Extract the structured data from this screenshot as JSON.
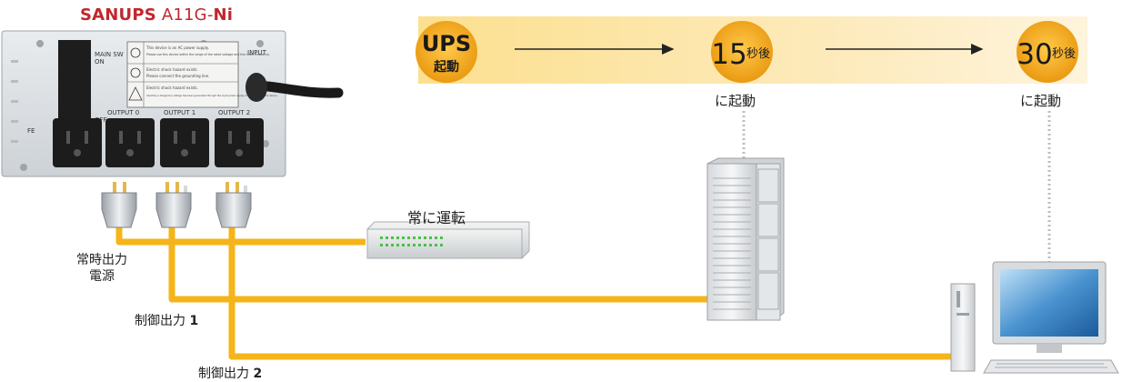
{
  "header": {
    "brand": "SANUPS",
    "model": "A11G-",
    "model_suffix": "Ni"
  },
  "device_panel": {
    "main_sw": "MAIN SW",
    "on": "ON",
    "off": "OFF",
    "input": "INPUT",
    "fe": "FE",
    "outputs": [
      "OUTPUT 0",
      "OUTPUT 1",
      "OUTPUT 2"
    ],
    "warnings": [
      "This device is an AC power supply.",
      "Please use this device within the range of the rated voltage and the rated frequency.",
      "Electric shock hazard exists.",
      "Please connect the grounding line.",
      "Electric shock hazard exists.",
      "Carefully a dangerous voltage has been generated through the input power supply is interrupted in the device."
    ]
  },
  "timeline": {
    "start_top": "UPS",
    "start_bottom": "起動",
    "step1_num": "15",
    "step1_unit": "秒後",
    "step1_caption": "に起動",
    "step2_num": "30",
    "step2_unit": "秒後",
    "step2_caption": "に起動"
  },
  "labels": {
    "always_running": "常に運転",
    "always_output_line1": "常時出力",
    "always_output_line2": "電源",
    "ctrl1_text": "制御出力",
    "ctrl1_num": "1",
    "ctrl2_text": "制御出力",
    "ctrl2_num": "2"
  },
  "colors": {
    "brand": "#c1272d",
    "cable": "#f5b41a",
    "timeline_band": "#fde7a6",
    "badge": "#f2a81a"
  }
}
